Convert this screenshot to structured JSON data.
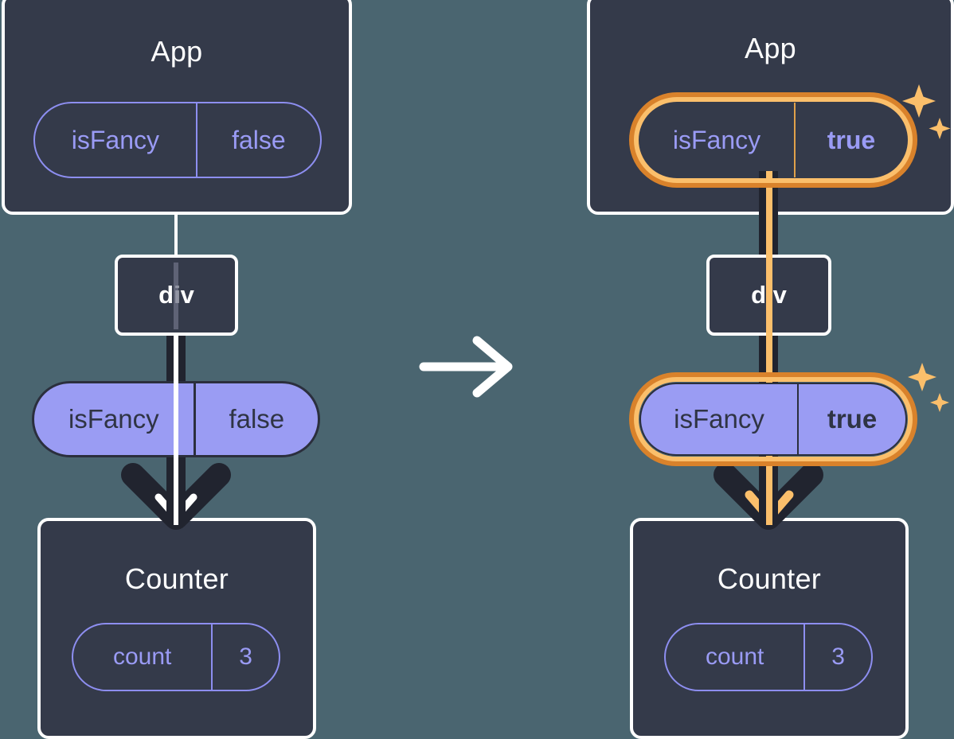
{
  "palette": {
    "background": "#4a6570",
    "box_fill": "#343a4a",
    "box_border": "#ffffff",
    "state_pill_stroke": "#8d8ef0",
    "state_pill_text": "#9a9bf5",
    "props_pill_fill": "#9a9cf3",
    "props_pill_text": "#2f3444",
    "highlight_outer": "#d9822b",
    "highlight_inner": "#fbbf6b",
    "wire_dark": "#21242f",
    "wire_white": "#ffffff",
    "sparkle": "#fbbf6b"
  },
  "diagram": {
    "type": "react-component-tree-before-after",
    "transition_icon": "right-arrow-icon"
  },
  "before": {
    "app": {
      "title": "App",
      "state": {
        "name": "isFancy",
        "value": "false",
        "highlighted": false
      }
    },
    "div": {
      "label": "div"
    },
    "props": {
      "name": "isFancy",
      "value": "false",
      "highlighted": false
    },
    "counter": {
      "title": "Counter",
      "state": {
        "name": "count",
        "value": "3",
        "highlighted": false
      }
    }
  },
  "after": {
    "app": {
      "title": "App",
      "state": {
        "name": "isFancy",
        "value": "true",
        "highlighted": true
      },
      "sparkle_icon": "sparkles-icon"
    },
    "div": {
      "label": "div"
    },
    "props": {
      "name": "isFancy",
      "value": "true",
      "highlighted": true,
      "sparkle_icon": "sparkles-icon"
    },
    "counter": {
      "title": "Counter",
      "state": {
        "name": "count",
        "value": "3",
        "highlighted": false
      }
    }
  }
}
